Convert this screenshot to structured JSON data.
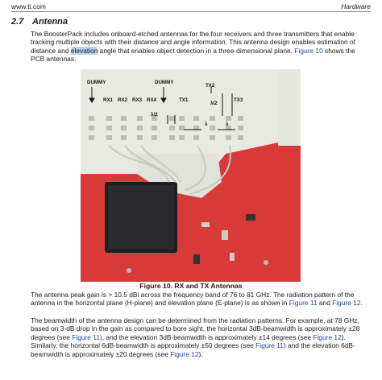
{
  "header": {
    "left": "www.ti.com",
    "right": "Hardware"
  },
  "section": {
    "number": "2.7",
    "title": "Antenna"
  },
  "p1": {
    "a": "The BoosterPack includes onboard-etched antennas for the four receivers and three transmitters that enable tracking multiple objects with their distance and angle information. This antenna design enables estimation of distance and ",
    "hl": "elevation",
    "b": " angle that enables object detection in a three-dimensional plane. ",
    "link": "Figure 10",
    "c": " shows the PCB antennas."
  },
  "figure": {
    "labels": {
      "dummy1": "DUMMY",
      "dummy2": "DUMMY",
      "rx1": "RX1",
      "rx2": "RX2",
      "rx3": "RX3",
      "rx4": "RX4",
      "tx1": "TX1",
      "tx2": "TX2",
      "tx3": "TX3",
      "half_lambda_1": "λ/2",
      "half_lambda_2": "λ/2",
      "lambda_1": "λ",
      "lambda_2": "λ"
    },
    "caption": "Figure 10. RX and TX Antennas",
    "colors": {
      "pcb": "#d83a3a",
      "copper": "#e9e9e4",
      "chip": "#1f1f22"
    }
  },
  "p2": {
    "a": "The antenna peak gain is > 10.5 dBi across the frequency band of 76 to 81 GHz. The radiation pattern of the antenna in the horizontal plane (H-plane) and elevation plane (E-plane) is as shown in ",
    "link1": "Figure 11",
    "b": " and ",
    "link2": "Figure 12",
    "c": "."
  },
  "p3": {
    "a": "The beamwidth of the antenna design can be determined from the radiation patterns. For example, at 78 GHz, based on 3-dB drop in the gain as compared to bore sight, the horizontal 3dB-beamwidth is approximately ±28 degrees (see ",
    "link1": "Figure 11",
    "b": "), and the elevation 3dB-beamwidth is approximately ±14 degrees (see ",
    "link2": "Figure 12",
    "c": "). Similarly, the horizontal 6dB-beamwidth is approximately ±50 degrees (see ",
    "link3": "Figure 11",
    "d": ") and the elevation 6dB-beamwidth is approximately ±20 degrees (see ",
    "link4": "Figure 12",
    "e": ")."
  }
}
